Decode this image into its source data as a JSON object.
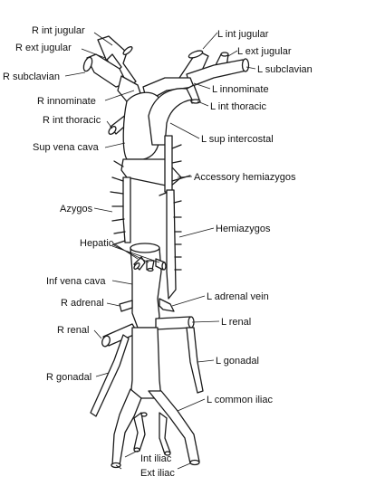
{
  "labels": {
    "r_int_jugular": "R int jugular",
    "r_ext_jugular": "R ext jugular",
    "r_subclavian": "R subclavian",
    "r_innominate": "R innominate",
    "r_int_thoracic": "R int thoracic",
    "sup_vena_cava": "Sup vena cava",
    "azygos": "Azygos",
    "hepatic": "Hepatic",
    "inf_vena_cava": "Inf vena cava",
    "r_adrenal": "R adrenal",
    "r_renal": "R renal",
    "r_gonadal": "R gonadal",
    "int_iliac": "Int iliac",
    "ext_iliac": "Ext iliac",
    "l_int_jugular": "L int jugular",
    "l_ext_jugular": "L ext jugular",
    "l_subclavian": "L subclavian",
    "l_innominate": "L innominate",
    "l_int_thoracic": "L int thoracic",
    "l_sup_intercostal": "L sup intercostal",
    "accessory_hemiazygos": "Accessory hemiazygos",
    "hemiazygos": "Hemiazygos",
    "l_adrenal_vein": "L adrenal vein",
    "l_renal": "L renal",
    "l_gonadal": "L gonadal",
    "l_common_iliac": "L common iliac"
  }
}
